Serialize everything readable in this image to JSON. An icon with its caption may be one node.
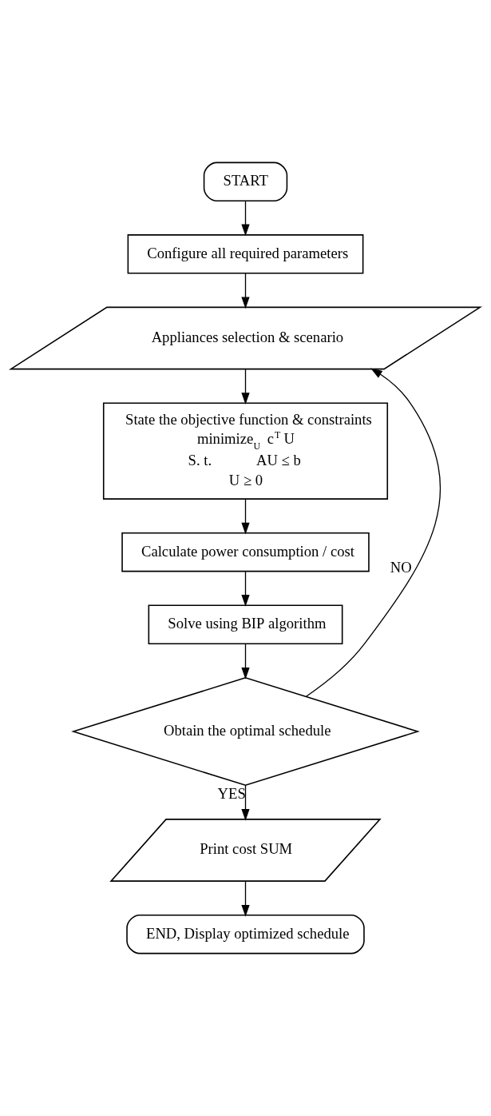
{
  "diagram": {
    "nodes": [
      {
        "text": [
          "START"
        ]
      },
      {
        "text": [
          "Configure all required parameters"
        ]
      },
      {
        "text": [
          "Appliances selection & scenario"
        ]
      },
      {
        "text": [
          "State the objective function & constraints",
          "minimize$_{U}$  c$^{T}$ U",
          "S. t.            AU ≤ b",
          "U ≥ 0"
        ]
      },
      {
        "text": [
          "Calculate power consumption / cost"
        ]
      },
      {
        "text": [
          "Solve using BIP algorithm"
        ]
      },
      {
        "text": [
          "Obtain the optimal schedule"
        ]
      },
      {
        "text": [
          "Print cost SUM"
        ]
      },
      {
        "text": [
          "END, Display optimized schedule"
        ]
      }
    ],
    "edges": [
      {
        "from": 0,
        "to": 1,
        "arrow": "to"
      },
      {
        "from": 1,
        "to": 2,
        "arrow": "to"
      },
      {
        "from": 2,
        "to": 3,
        "arrow": "to"
      },
      {
        "from": 3,
        "to": 4,
        "arrow": "to"
      },
      {
        "from": 4,
        "to": 5,
        "arrow": "to"
      },
      {
        "from": 5,
        "to": 6,
        "arrow": "to"
      },
      {
        "from": 6,
        "to": 2,
        "arrow": "to",
        "label": "NO"
      },
      {
        "from": 6,
        "to": 7,
        "arrow": "to",
        "label": "YES"
      },
      {
        "from": 7,
        "to": 8,
        "arrow": "to"
      }
    ]
  }
}
